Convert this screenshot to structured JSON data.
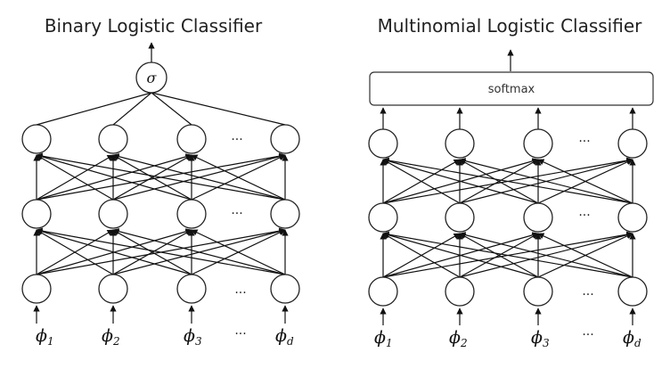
{
  "panels": [
    {
      "title": "Binary Logistic Classifier",
      "output_node_label": "σ",
      "output_box_label": "",
      "ellipsis": "...",
      "inputs": [
        {
          "base": "ϕ",
          "sub": "1"
        },
        {
          "base": "ϕ",
          "sub": "2"
        },
        {
          "base": "ϕ",
          "sub": "3"
        },
        {
          "base": "ϕ",
          "sub": "d"
        }
      ]
    },
    {
      "title": "Multinomial Logistic Classifier",
      "output_node_label": "",
      "output_box_label": "softmax",
      "ellipsis": "...",
      "inputs": [
        {
          "base": "ϕ",
          "sub": "1"
        },
        {
          "base": "ϕ",
          "sub": "2"
        },
        {
          "base": "ϕ",
          "sub": "3"
        },
        {
          "base": "ϕ",
          "sub": "d"
        }
      ]
    }
  ]
}
